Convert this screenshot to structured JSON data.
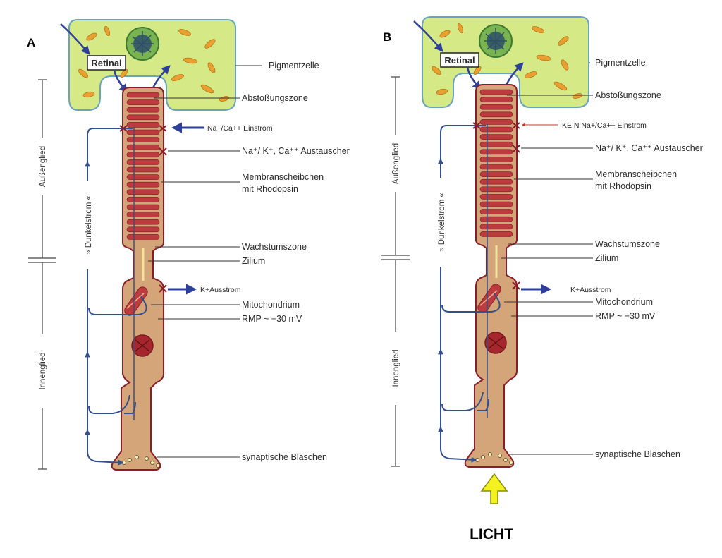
{
  "colors": {
    "pigment_fill": "#d5ea86",
    "pigment_stroke": "#6aa3c0",
    "cell_fill": "#d5a57a",
    "cell_stroke": "#8a1e28",
    "disc_fill": "#bd3b3f",
    "circuit": "#33508c",
    "arrow_blue": "#2d3f9a",
    "arrow_red": "#c0392b",
    "light_arrow": "#f4f21e"
  },
  "panels": [
    {
      "letter": "A",
      "retinal": "Retinal",
      "pigmentzelle": "Pigmentzelle",
      "abstossungszone": "Abstoßungszone",
      "einstrom": "Na+/Ca++ Einstrom",
      "austauscher": "Na⁺/ K⁺, Ca⁺⁺ Austauscher",
      "membran_1": "Membranscheibchen",
      "membran_2": "mit Rhodopsin",
      "wachstumszone": "Wachstumszone",
      "zilium": "Zilium",
      "ausstrom": "K+Ausstrom",
      "mitochondrium": "Mitochondrium",
      "rmp": "RMP ~ −30 mV",
      "synaptische": "synaptische Bläschen",
      "aussenglied": "Außenglied",
      "innenglied": "Innenglied",
      "dunkelstrom": "» Dunkelstrom «"
    },
    {
      "letter": "B",
      "retinal": "Retinal",
      "pigmentzelle": "Pigmentzelle",
      "abstossungszone": "Abstoßungszone",
      "einstrom": "KEIN Na+/Ca++ Einstrom",
      "austauscher": "Na⁺/ K⁺, Ca⁺⁺ Austauscher",
      "membran_1": "Membranscheibchen",
      "membran_2": "mit Rhodopsin",
      "wachstumszone": "Wachstumszone",
      "zilium": "Zilium",
      "ausstrom": "K+Ausstrom",
      "mitochondrium": "Mitochondrium",
      "rmp": "RMP ~ −30 mV",
      "synaptische": "synaptische Bläschen",
      "aussenglied": "Außenglied",
      "innenglied": "Innenglied",
      "dunkelstrom": "» Dunkelstrom «",
      "licht": "LICHT"
    }
  ]
}
